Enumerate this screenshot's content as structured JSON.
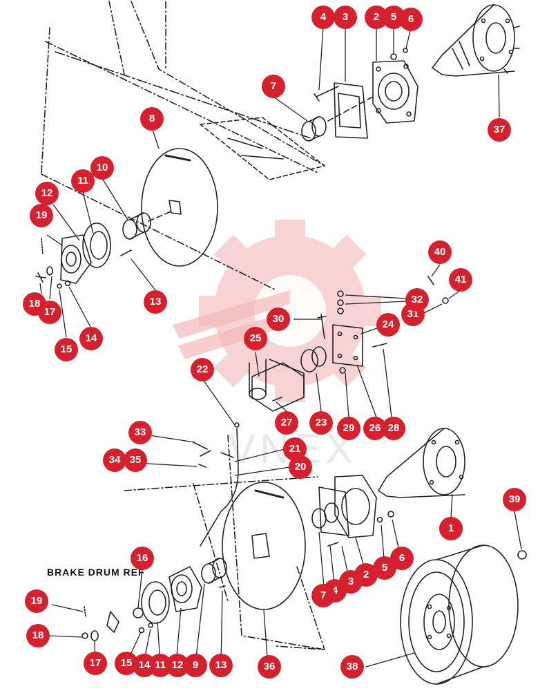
{
  "diagram": {
    "note": "BRAKE DRUM REF",
    "watermark_text": "VNEX",
    "colors": {
      "callout": "#d5202e",
      "line": "#222222",
      "watermark": "#f7c9c9"
    },
    "callouts": [
      {
        "label": "1"
      },
      {
        "label": "2"
      },
      {
        "label": "3"
      },
      {
        "label": "4"
      },
      {
        "label": "5"
      },
      {
        "label": "6"
      },
      {
        "label": "7"
      },
      {
        "label": "8"
      },
      {
        "label": "10"
      },
      {
        "label": "11"
      },
      {
        "label": "12"
      },
      {
        "label": "13"
      },
      {
        "label": "14"
      },
      {
        "label": "15"
      },
      {
        "label": "17"
      },
      {
        "label": "18"
      },
      {
        "label": "19"
      },
      {
        "label": "37"
      },
      {
        "label": "22"
      },
      {
        "label": "23"
      },
      {
        "label": "24"
      },
      {
        "label": "25"
      },
      {
        "label": "26"
      },
      {
        "label": "27"
      },
      {
        "label": "28"
      },
      {
        "label": "29"
      },
      {
        "label": "30"
      },
      {
        "label": "31"
      },
      {
        "label": "32"
      },
      {
        "label": "40"
      },
      {
        "label": "41"
      },
      {
        "label": "20"
      },
      {
        "label": "21"
      },
      {
        "label": "33"
      },
      {
        "label": "34"
      },
      {
        "label": "35"
      },
      {
        "label": "1"
      },
      {
        "label": "2"
      },
      {
        "label": "3"
      },
      {
        "label": "4"
      },
      {
        "label": "5"
      },
      {
        "label": "6"
      },
      {
        "label": "7"
      },
      {
        "label": "9"
      },
      {
        "label": "11"
      },
      {
        "label": "12"
      },
      {
        "label": "13"
      },
      {
        "label": "14"
      },
      {
        "label": "15"
      },
      {
        "label": "16"
      },
      {
        "label": "17"
      },
      {
        "label": "18"
      },
      {
        "label": "19"
      },
      {
        "label": "36"
      },
      {
        "label": "38"
      },
      {
        "label": "39"
      }
    ]
  }
}
